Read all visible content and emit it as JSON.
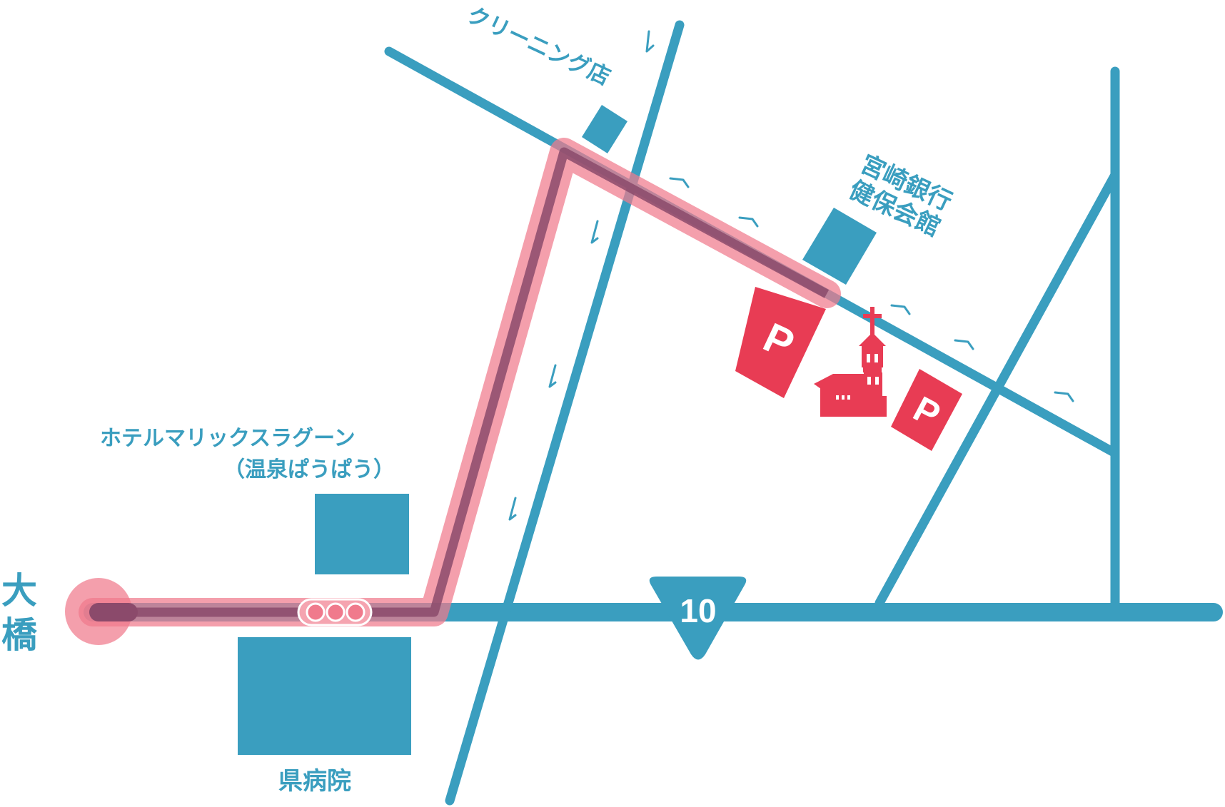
{
  "map": {
    "colors": {
      "road": "#3a9ebf",
      "route_highlight": "#f07a8c",
      "route_overlap": "#8b4a6b",
      "poi": "#e83c54",
      "building": "#3a9ebf"
    },
    "labels": {
      "cleaning_shop": "クリーニング店",
      "bank_hall_line1": "宮崎銀行",
      "bank_hall_line2": "健保会館",
      "hotel_line1": "ホテルマリックスラグーン",
      "hotel_line2": "（温泉ぱうぱう）",
      "hospital": "県病院",
      "ohashi_line1": "大",
      "ohashi_line2": "橋"
    },
    "route_sign": {
      "number": "10",
      "icon": "inverted-triangle-route-shield"
    },
    "parking": [
      {
        "label": "P",
        "icon": "parking-sign"
      },
      {
        "label": "P",
        "icon": "parking-sign"
      }
    ],
    "landmarks": [
      {
        "icon": "church-icon"
      },
      {
        "icon": "traffic-light-icon"
      }
    ]
  }
}
